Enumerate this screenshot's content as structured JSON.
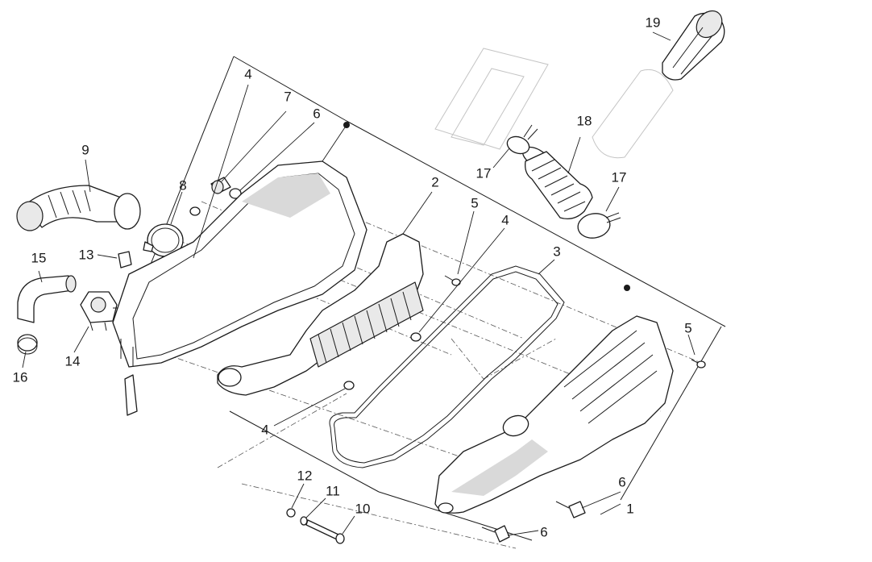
{
  "diagram": {
    "labels": {
      "p1": "1",
      "p2": "2",
      "p3": "3",
      "p4a": "4",
      "p4b": "4",
      "p4c": "4",
      "p5a": "5",
      "p5b": "5",
      "p6a": "6",
      "p6b": "6",
      "p6c": "6",
      "p7": "7",
      "p8": "8",
      "p9": "9",
      "p10": "10",
      "p11": "11",
      "p12": "12",
      "p13": "13",
      "p14": "14",
      "p15": "15",
      "p16": "16",
      "p17a": "17",
      "p17b": "17",
      "p18": "18",
      "p19": "19"
    }
  }
}
